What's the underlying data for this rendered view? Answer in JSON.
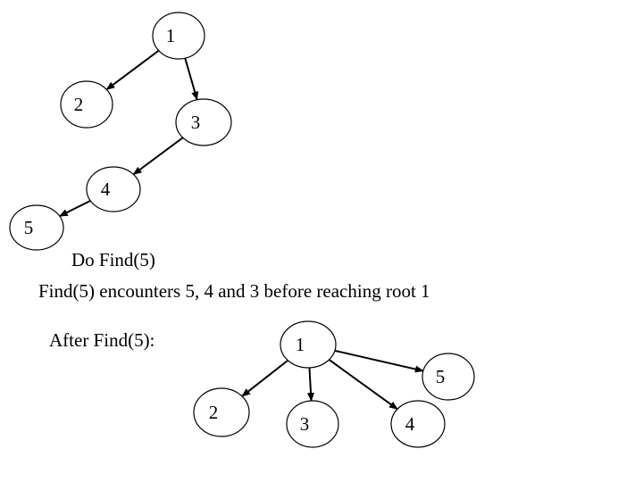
{
  "before": {
    "nodes": [
      {
        "id": "n1",
        "label": "1"
      },
      {
        "id": "n2",
        "label": "2"
      },
      {
        "id": "n3",
        "label": "3"
      },
      {
        "id": "n4",
        "label": "4"
      },
      {
        "id": "n5",
        "label": "5"
      }
    ],
    "edges": [
      [
        "n1",
        "n2"
      ],
      [
        "n1",
        "n3"
      ],
      [
        "n3",
        "n4"
      ],
      [
        "n4",
        "n5"
      ]
    ]
  },
  "captions": {
    "do_find": "Do Find(5)",
    "encounter": "Find(5) encounters 5, 4 and 3 before reaching  root 1",
    "after_label": "After Find(5):"
  },
  "after": {
    "nodes": [
      {
        "id": "m1",
        "label": "1"
      },
      {
        "id": "m2",
        "label": "2"
      },
      {
        "id": "m3",
        "label": "3"
      },
      {
        "id": "m4",
        "label": "4"
      },
      {
        "id": "m5",
        "label": "5"
      }
    ],
    "edges": [
      [
        "m1",
        "m2"
      ],
      [
        "m1",
        "m3"
      ],
      [
        "m1",
        "m4"
      ],
      [
        "m1",
        "m5"
      ]
    ]
  }
}
